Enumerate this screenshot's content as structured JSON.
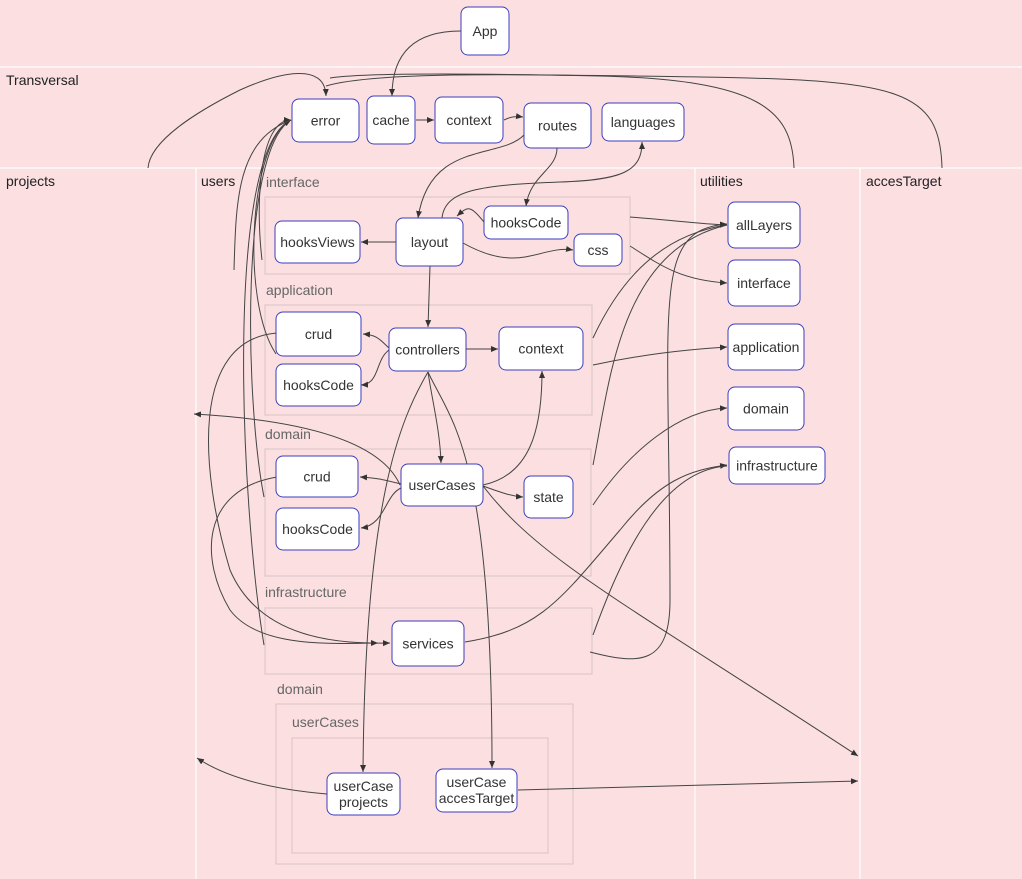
{
  "lanes": {
    "transversal": "Transversal",
    "projects": "projects",
    "users": "users",
    "utilities": "utilities",
    "accesTarget": "accesTarget"
  },
  "groups": {
    "interface": "interface",
    "application": "application",
    "domain": "domain",
    "infrastructure": "infrastructure",
    "domain2": "domain",
    "userCases": "userCases"
  },
  "nodes": {
    "app": "App",
    "error": "error",
    "cache": "cache",
    "context_t": "context",
    "routes": "routes",
    "languages": "languages",
    "hooksViews": "hooksViews",
    "layout": "layout",
    "hooksCode_i": "hooksCode",
    "css": "css",
    "crud_a": "crud",
    "hooksCode_a": "hooksCode",
    "controllers": "controllers",
    "context_a": "context",
    "crud_d": "crud",
    "hooksCode_d": "hooksCode",
    "userCases": "userCases",
    "state": "state",
    "services": "services",
    "userCaseProjects_1": "userCase",
    "userCaseProjects_2": "projects",
    "userCaseAcces_1": "userCase",
    "userCaseAcces_2": "accesTarget",
    "allLayers": "allLayers",
    "u_interface": "interface",
    "u_application": "application",
    "u_domain": "domain",
    "u_infrastructure": "infrastructure"
  }
}
